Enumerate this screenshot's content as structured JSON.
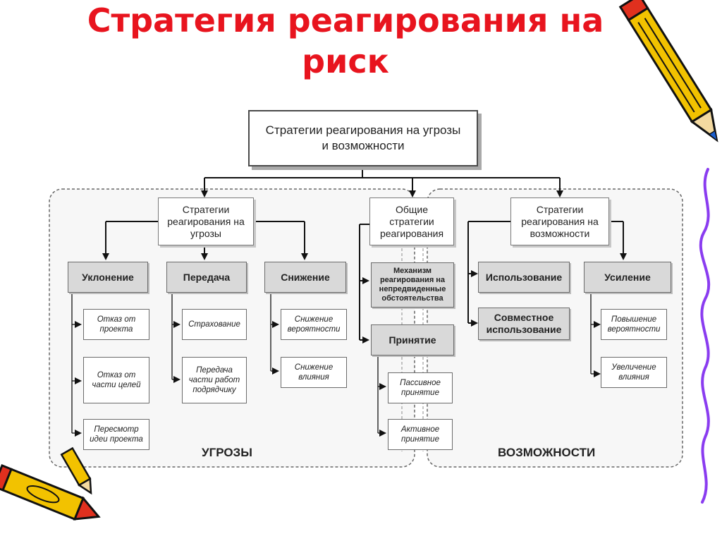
{
  "slide": {
    "title": "Стратегия реагирования на риск"
  },
  "diagram": {
    "top": "Стратегии реагирования на угрозы и возможности",
    "threats": {
      "header": "Стратегии реагирования на угрозы",
      "region_label": "УГРОЗЫ",
      "avoid": {
        "label": "Уклонение",
        "items": [
          "Отказ от проекта",
          "Отказ от части целей",
          "Пересмотр идеи проекта"
        ]
      },
      "transfer": {
        "label": "Передача",
        "items": [
          "Страхование",
          "Передача части работ подрядчику"
        ]
      },
      "reduce": {
        "label": "Снижение",
        "items": [
          "Снижение вероятности",
          "Снижение влияния"
        ]
      }
    },
    "general": {
      "header": "Общие стратегии реагирования",
      "mechanism": "Механизм реагирования на непредвиденные обстоятельства",
      "accept": {
        "label": "Принятие",
        "items": [
          "Пассивное принятие",
          "Активное принятие"
        ]
      }
    },
    "opportunities": {
      "header": "Стратегии реагирования на возможности",
      "region_label": "ВОЗМОЖНОСТИ",
      "exploit": "Использование",
      "share": "Совместное использование",
      "enhance": {
        "label": "Усиление",
        "items": [
          "Повышение вероятности",
          "Увеличение влияния"
        ]
      }
    }
  },
  "colors": {
    "title": "#e8141e",
    "box_fill": "#d9d9d9",
    "region_border": "#666666",
    "region_fill": "#f7f7f7"
  },
  "decorations": [
    "pencil-top-right",
    "pencil-bottom-left",
    "purple-squiggle-right"
  ]
}
